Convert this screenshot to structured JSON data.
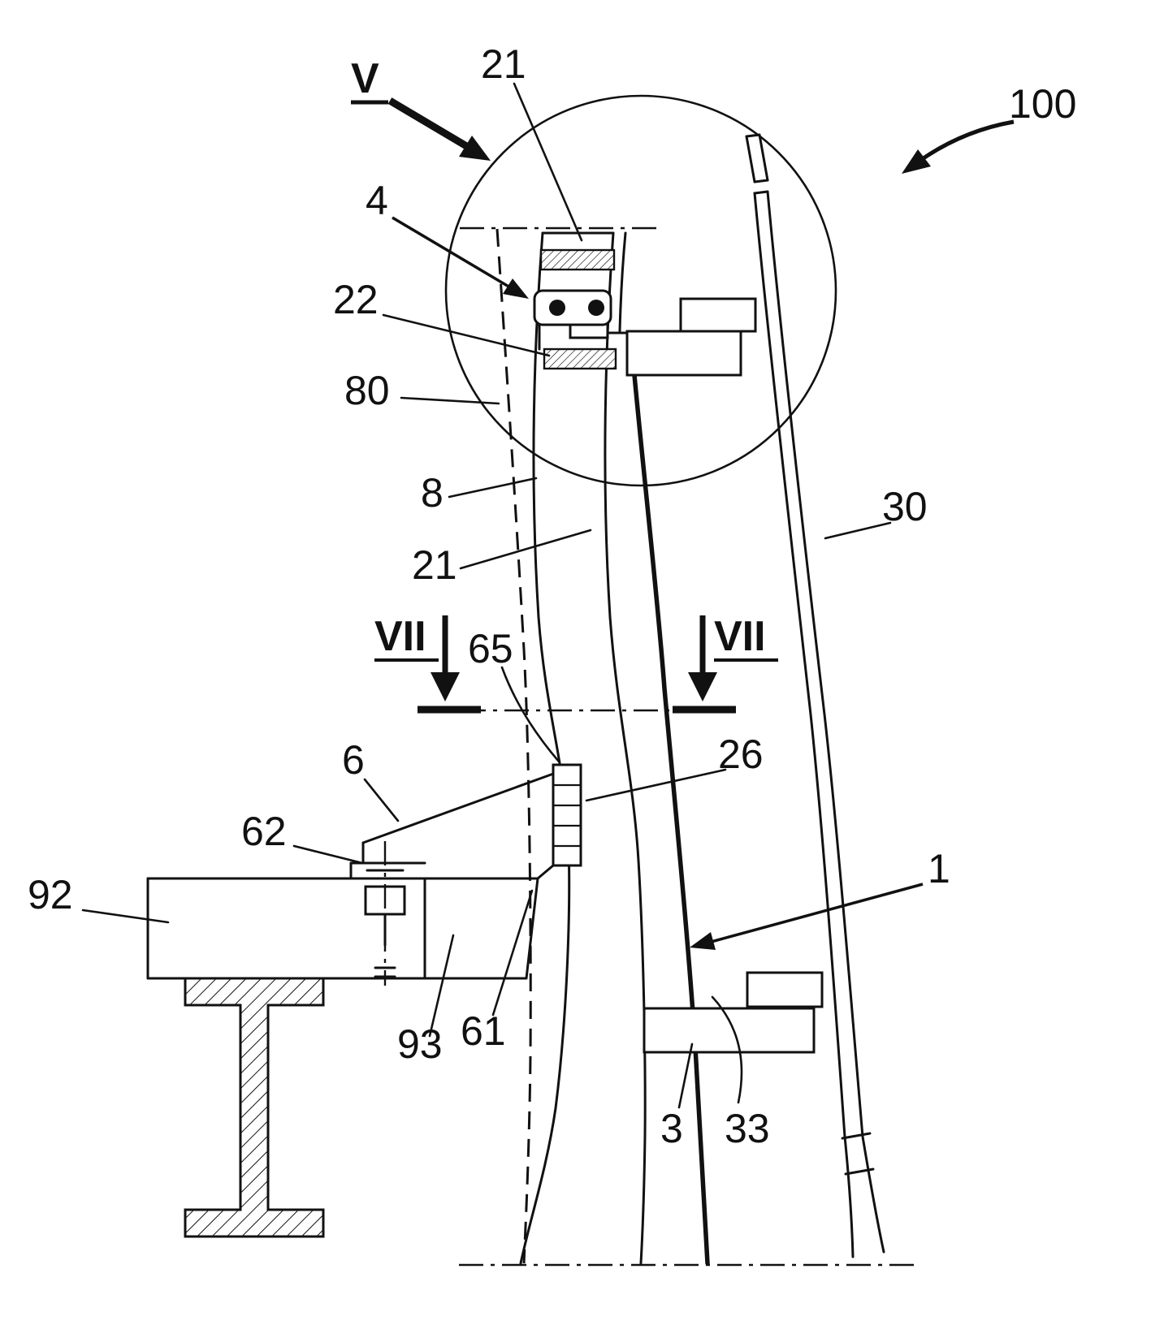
{
  "figure": {
    "background": "#ffffff",
    "line_color": "#111111",
    "labels": {
      "v": "V",
      "vii_left": "VII",
      "vii_right": "VII",
      "n100": "100",
      "n21_top": "21",
      "n21_mid": "21",
      "n4": "4",
      "n22": "22",
      "n80": "80",
      "n8": "8",
      "n30": "30",
      "n65": "65",
      "n26": "26",
      "n6": "6",
      "n62": "62",
      "n92": "92",
      "n1": "1",
      "n93": "93",
      "n61": "61",
      "n3": "3",
      "n33": "33"
    }
  }
}
